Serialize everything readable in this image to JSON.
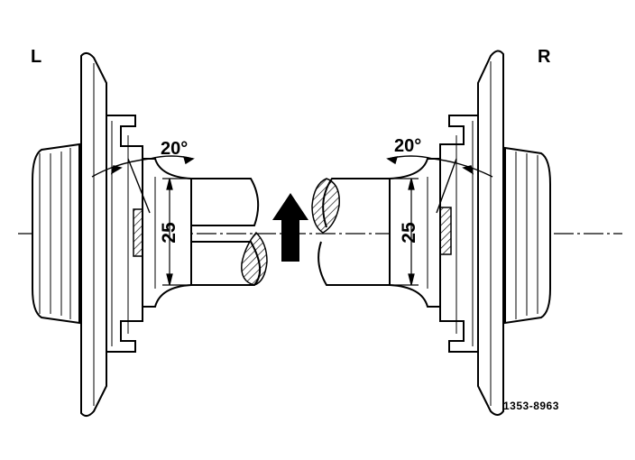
{
  "labels": {
    "left_side": "L",
    "right_side": "R",
    "angle_left": "20°",
    "angle_right": "20°",
    "dimension_left": "25",
    "dimension_right": "25",
    "figure_code": "1353-8963"
  },
  "icons": {
    "direction_arrow": "arrow-up-icon"
  }
}
